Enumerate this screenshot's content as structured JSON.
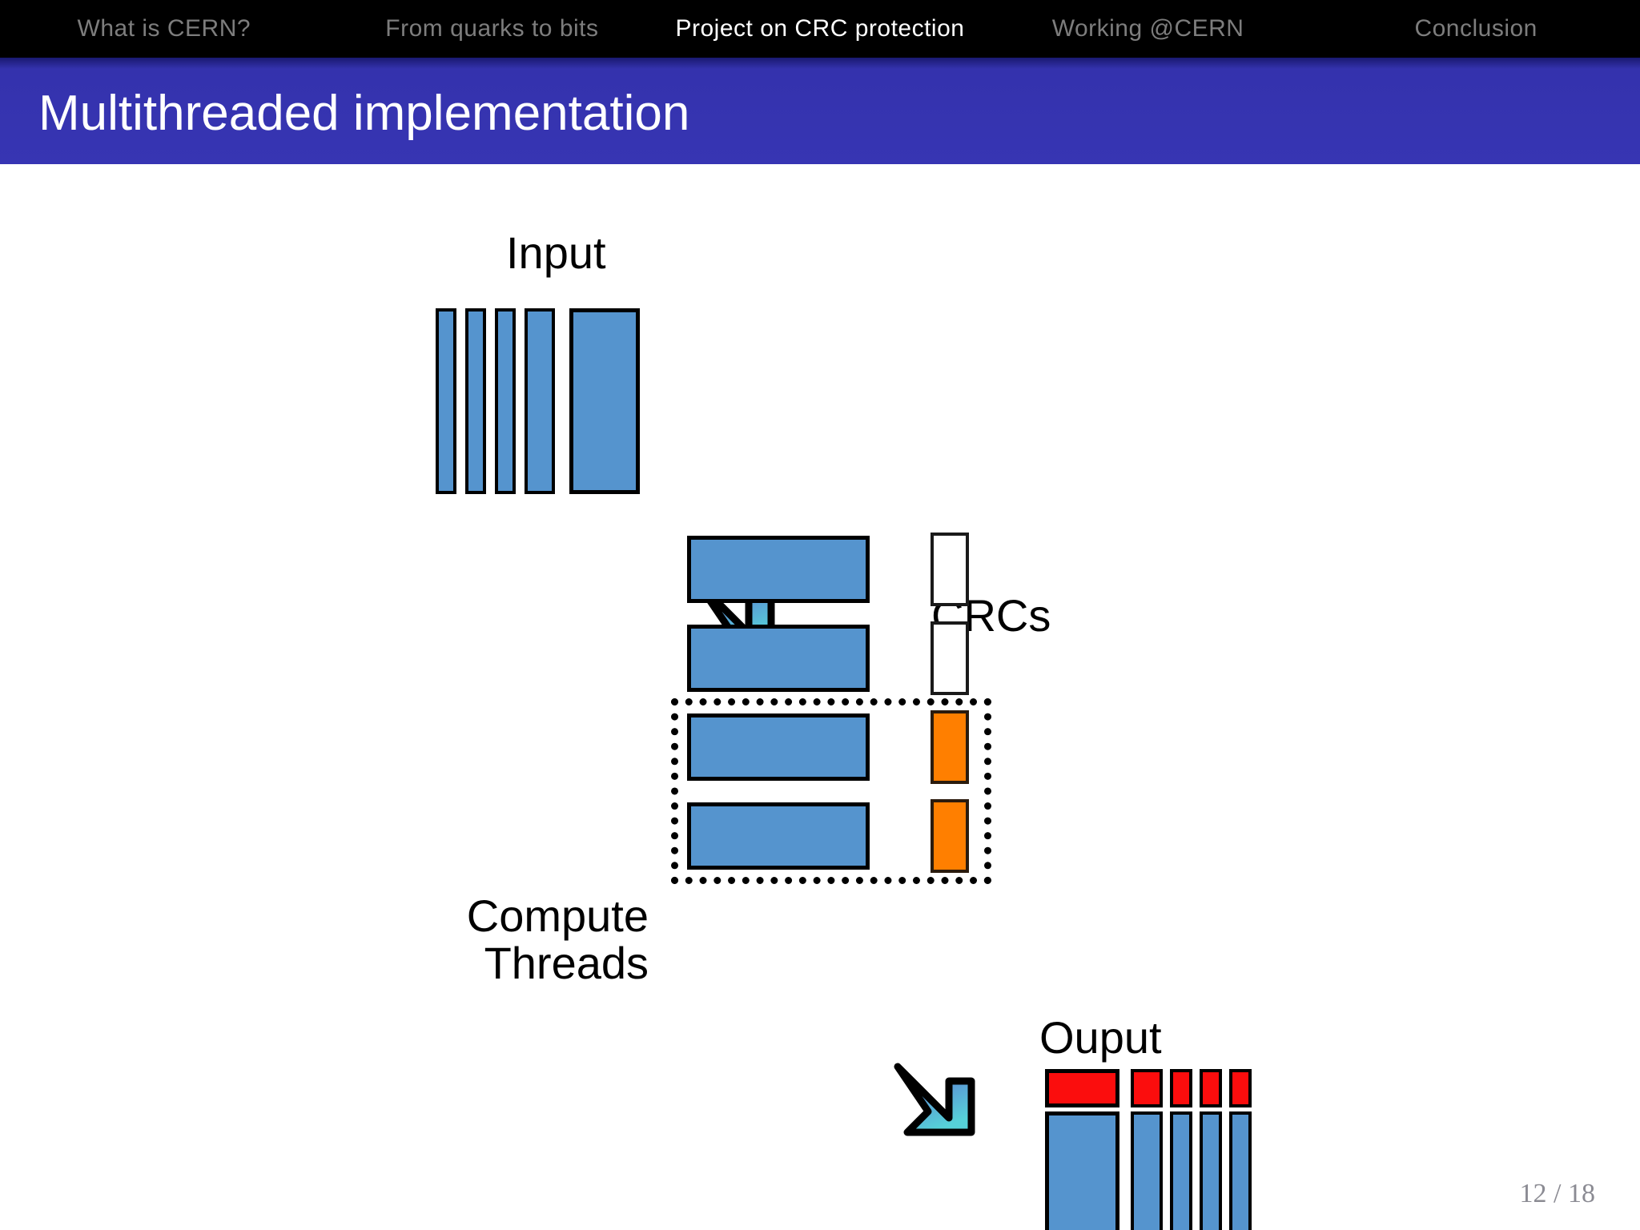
{
  "nav": {
    "items": [
      {
        "label": "What is CERN?",
        "active": false
      },
      {
        "label": "From quarks to bits",
        "active": false
      },
      {
        "label": "Project on CRC protection",
        "active": true
      },
      {
        "label": "Working @CERN",
        "active": false
      },
      {
        "label": "Conclusion",
        "active": false
      }
    ]
  },
  "title": "Multithreaded implementation",
  "diagram": {
    "labels": {
      "input": "Input",
      "crcs": "CRCs",
      "compute_line1": "Compute",
      "compute_line2": "Threads",
      "output": "Ouput"
    },
    "input_blocks": [
      {
        "name": "input-chunk-1"
      },
      {
        "name": "input-chunk-2"
      },
      {
        "name": "input-chunk-3"
      },
      {
        "name": "input-chunk-4"
      },
      {
        "name": "input-chunk-5"
      }
    ],
    "thread_rows": [
      {
        "name": "thread-row-1",
        "crc_state": "ok",
        "in_selection": false
      },
      {
        "name": "thread-row-2",
        "crc_state": "ok",
        "in_selection": false
      },
      {
        "name": "thread-row-3",
        "crc_state": "error",
        "in_selection": true
      },
      {
        "name": "thread-row-4",
        "crc_state": "error",
        "in_selection": true
      }
    ],
    "output_blocks": [
      {
        "name": "output-chunk-1"
      },
      {
        "name": "output-chunk-2"
      },
      {
        "name": "output-chunk-3"
      },
      {
        "name": "output-chunk-4"
      },
      {
        "name": "output-chunk-5"
      }
    ],
    "arrows": [
      {
        "name": "arrow-input-to-threads",
        "direction": "down-right"
      },
      {
        "name": "arrow-threads-to-output",
        "direction": "down-right"
      }
    ]
  },
  "colors": {
    "banner": "#3735b3",
    "navbar": "#000000",
    "nav_inactive": "#7d7d7d",
    "nav_active": "#ffffff",
    "block_blue": "#5594ce",
    "crc_ok": "#ffffff",
    "crc_error": "#ff7f00",
    "output_cap_red": "#fb0d0d",
    "page_number": "#8b8b93"
  },
  "footer": {
    "page_number": "12 / 18"
  }
}
